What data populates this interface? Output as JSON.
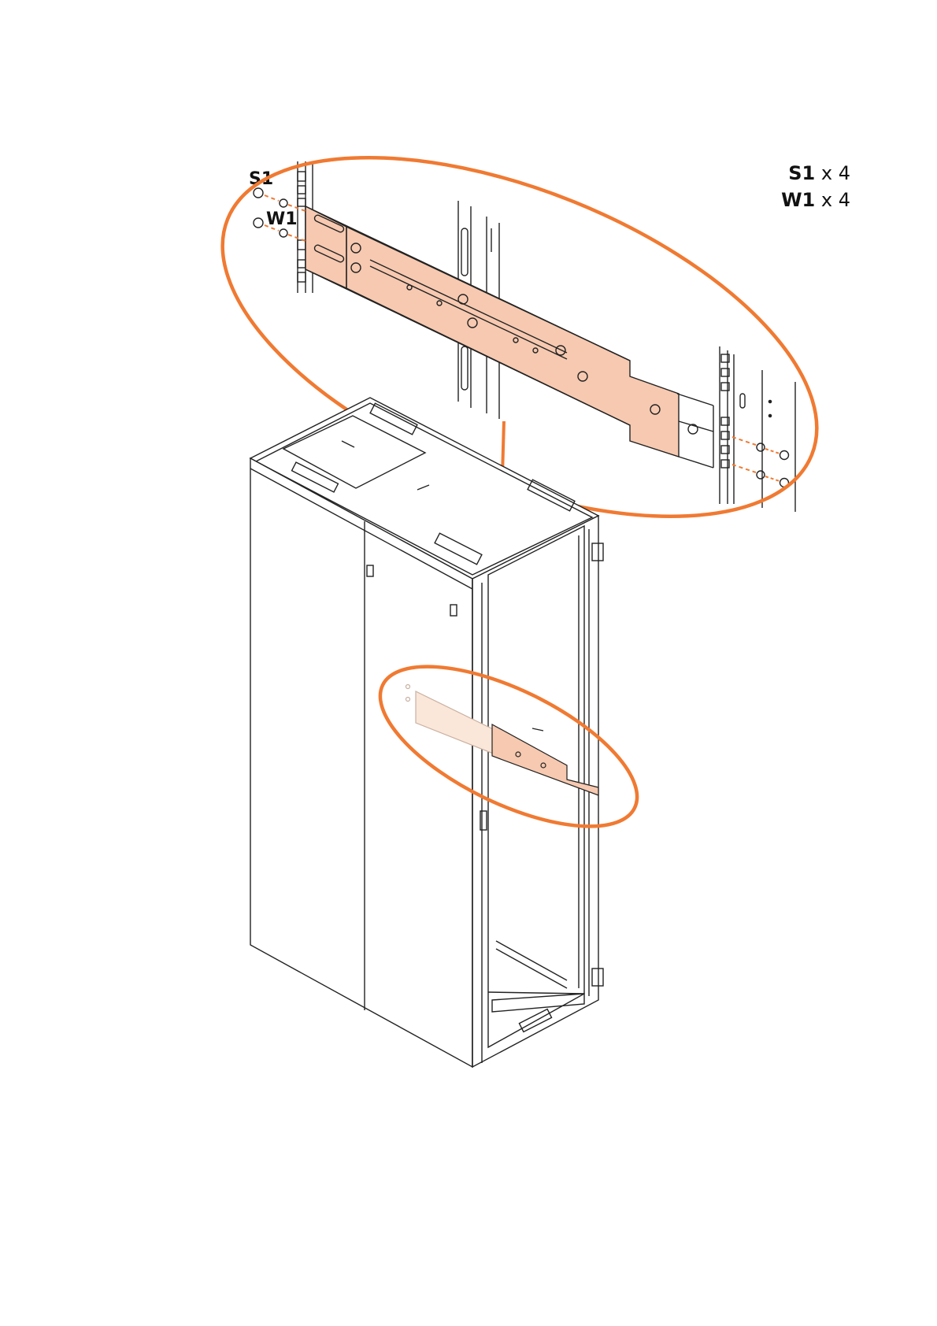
{
  "callouts": {
    "screw": "S1",
    "washer": "W1"
  },
  "parts_list": [
    {
      "code": "S1",
      "qty": "x 4"
    },
    {
      "code": "W1",
      "qty": "x 4"
    }
  ],
  "colors": {
    "highlight": "#f07a32",
    "rail_fill": "#f6c9b0",
    "rail_fill_faded": "#fbe6da",
    "line": "#222222"
  }
}
